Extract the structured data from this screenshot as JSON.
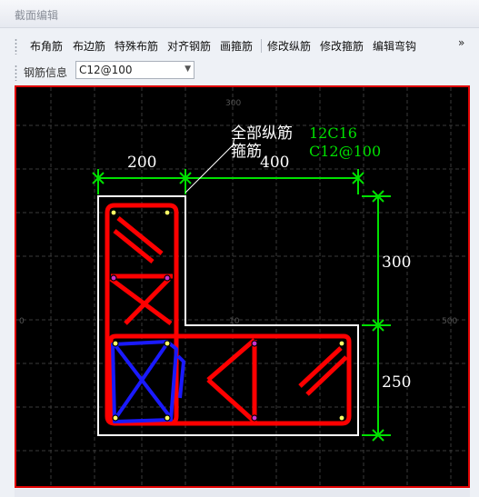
{
  "window": {
    "title": "截面编辑"
  },
  "toolbar": {
    "buttons": [
      "布角筋",
      "布边筋",
      "特殊布筋",
      "对齐钢筋",
      "画箍筋",
      "修改纵筋",
      "修改箍筋",
      "编辑弯钩"
    ],
    "more": "»"
  },
  "rebar_info": {
    "label": "钢筋信息",
    "value": "C12@100"
  },
  "drawing": {
    "annotation_left_line1": "全部纵筋",
    "annotation_left_line2": "箍筋",
    "annotation_right_line1": "12C16",
    "annotation_right_line2": "C12@100",
    "dim_top_left": "200",
    "dim_top_right": "400",
    "dim_right_top": "300",
    "dim_right_bottom": "250",
    "grid_label_top": "300",
    "grid_label_left": "0",
    "grid_label_center": "10",
    "grid_label_right": "500",
    "colors": {
      "dimension": "#00e000",
      "stirrup": "#ff0000",
      "tie": "#1a1aff",
      "outline": "#ffffff",
      "annotation": "#ffffff",
      "rebar_label": "#00e000"
    }
  }
}
